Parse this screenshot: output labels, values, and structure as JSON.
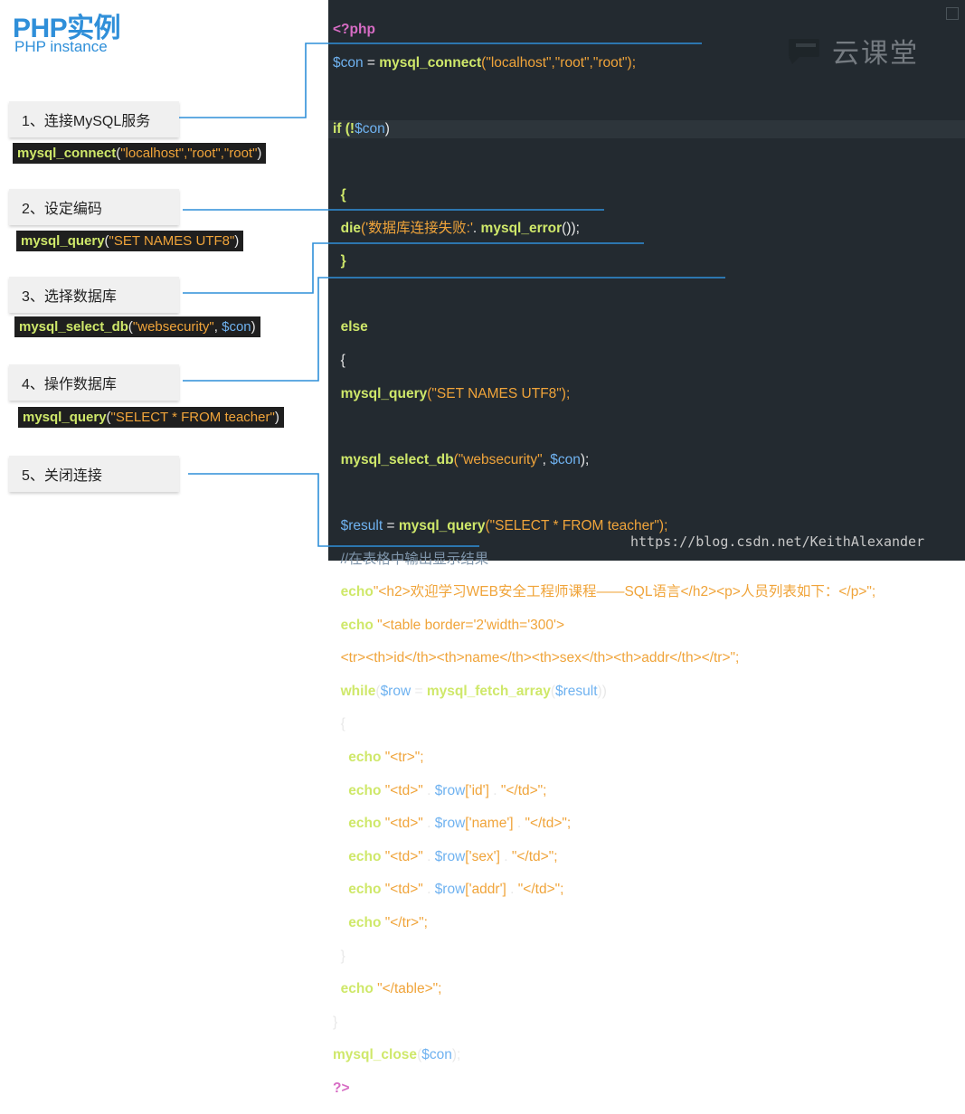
{
  "header": {
    "title": "PHP实例",
    "subtitle": "PHP instance"
  },
  "steps": [
    {
      "label": "1、连接MySQL服务",
      "func": "mysql_connect",
      "open": "(",
      "args": "\"localhost\",\"root\",\"root\"",
      "close": ")"
    },
    {
      "label": "2、设定编码",
      "func": "mysql_query",
      "open": "(",
      "args": "\"SET NAMES UTF8\"",
      "close": ")"
    },
    {
      "label": "3、选择数据库",
      "func": "mysql_select_db",
      "open": "(",
      "args": "\"websecurity\"",
      "sep": ", ",
      "var": "$con",
      "close": ")"
    },
    {
      "label": "4、操作数据库",
      "func": "mysql_query",
      "open": "(",
      "args": "\"SELECT * FROM teacher\"",
      "close": ")"
    },
    {
      "label": "5、关闭连接"
    }
  ],
  "code": {
    "l1": "<?php",
    "l2v": "$con",
    "l2a": " = ",
    "l2f": "mysql_connect",
    "l2p": "(\"localhost\",\"root\",\"root\");",
    "l3": "if (!",
    "l3v": "$con",
    "l3b": ")",
    "l4": "{",
    "l5f": "die",
    "l5s": "('数据库连接失败:'",
    "l5a": ". ",
    "l5g": "mysql_error",
    "l5b": "());",
    "l6": "}",
    "l7": "else",
    "l8": "{",
    "l9f": "mysql_query",
    "l9s": "(\"SET NAMES UTF8\");",
    "l10f": "mysql_select_db",
    "l10s": "(\"websecurity\"",
    "l10a": ", ",
    "l10v": "$con",
    "l10b": ");",
    "l11v": "$result",
    "l11a": " = ",
    "l11f": "mysql_query",
    "l11s": "(\"SELECT * FROM teacher\");",
    "l12": "//在表格中输出显示结果",
    "l13k": "echo",
    "l13s": "\"<h2>欢迎学习WEB安全工程师课程——SQL语言</h2><p>人员列表如下：</p>\";",
    "l14k": "echo",
    "l14s": " \"<table border='2'width='300'>",
    "l15s": "<tr><th>id</th><th>name</th><th>sex</th><th>addr</th></tr>\";",
    "l16k": "while",
    "l16a": "(",
    "l16v": "$row",
    "l16b": " = ",
    "l16f": "mysql_fetch_array",
    "l16c": "(",
    "l16v2": "$result",
    "l16d": "))",
    "l17": "{",
    "l18k": "echo",
    "l18s": " \"<tr>\";",
    "rows": [
      {
        "k": "echo",
        "s1": " \"<td>\"",
        "a": " . ",
        "v": "$row",
        "s2": "['id']",
        "b": " . ",
        "s3": "\"</td>\";"
      },
      {
        "k": "echo",
        "s1": " \"<td>\"",
        "a": " . ",
        "v": "$row",
        "s2": "['name']",
        "b": " . ",
        "s3": "\"</td>\";"
      },
      {
        "k": "echo",
        "s1": " \"<td>\"",
        "a": " . ",
        "v": "$row",
        "s2": "['sex']",
        "b": " . ",
        "s3": "\"</td>\";"
      },
      {
        "k": "echo",
        "s1": " \"<td>\"",
        "a": " . ",
        "v": "$row",
        "s2": "['addr']",
        "b": " . ",
        "s3": "\"</td>\";"
      }
    ],
    "l23k": "echo",
    "l23s": " \"</tr>\";",
    "l24": "}",
    "l25k": "echo",
    "l25s": " \"</table>\";",
    "l26": "}",
    "l27f": "mysql_close",
    "l27a": "(",
    "l27v": "$con",
    "l27b": ");",
    "l28": "?>"
  },
  "logo": {
    "text": "云课堂",
    "icon": "cloud-classroom-logo-icon"
  },
  "watermark": "https://blog.csdn.net/KeithAlexander",
  "colors": {
    "accent": "#2f8fd9",
    "editor_bg": "#232a30",
    "keyword": "#cfe86a",
    "string": "#f0a43a",
    "variable": "#6fb2f0",
    "connector": "#2f8fd9"
  }
}
